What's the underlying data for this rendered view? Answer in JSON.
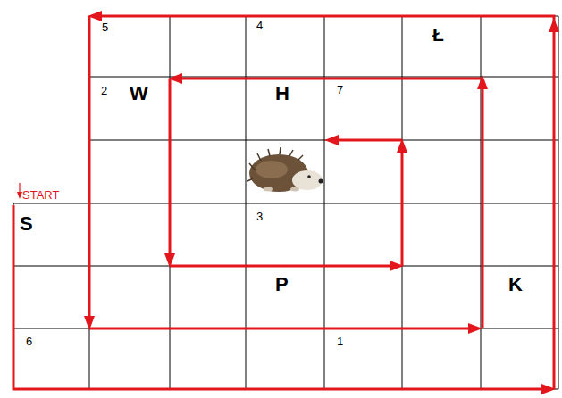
{
  "diagram": {
    "labels": [
      "START",
      "5",
      "4",
      "Ł",
      "2",
      "W",
      "H",
      "7",
      "3",
      "S",
      "P",
      "K",
      "6",
      "1"
    ]
  }
}
